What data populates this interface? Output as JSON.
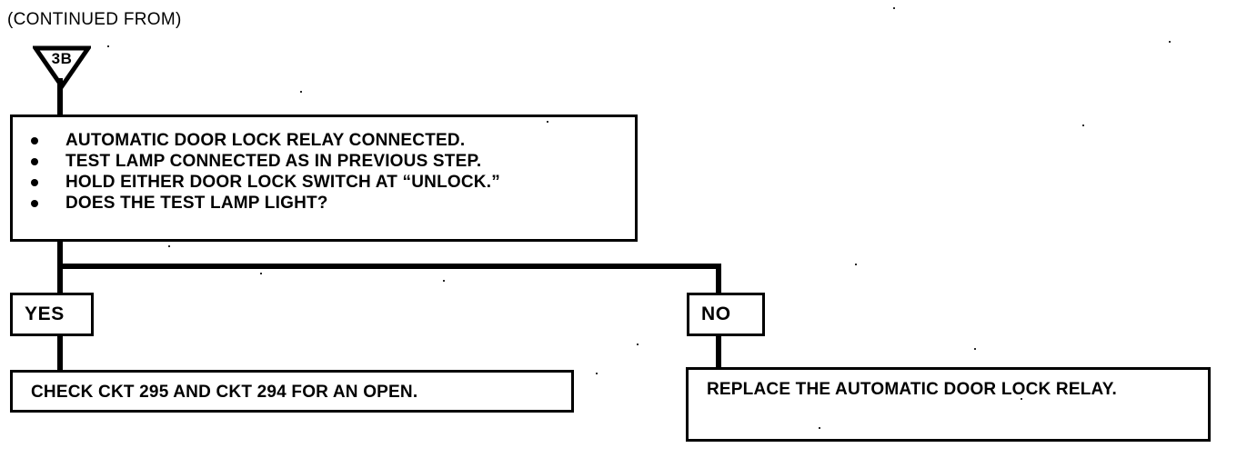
{
  "diagram": {
    "header": {
      "continued_from": "(CONTINUED FROM)"
    },
    "connector": {
      "shape": "inverted-triangle",
      "label": "3B"
    },
    "question_box": {
      "bullets": [
        "AUTOMATIC DOOR LOCK RELAY CONNECTED.",
        "TEST LAMP CONNECTED AS IN PREVIOUS STEP.",
        "HOLD EITHER DOOR LOCK SWITCH AT “UNLOCK.”",
        "DOES THE TEST LAMP LIGHT?"
      ]
    },
    "branches": [
      {
        "decision": "YES",
        "outcome": "CHECK CKT 295 AND CKT 294 FOR AN OPEN."
      },
      {
        "decision": "NO",
        "outcome": "REPLACE THE AUTOMATIC DOOR LOCK RELAY."
      }
    ],
    "colors": {
      "ink": "#000000",
      "paper": "#ffffff"
    }
  }
}
